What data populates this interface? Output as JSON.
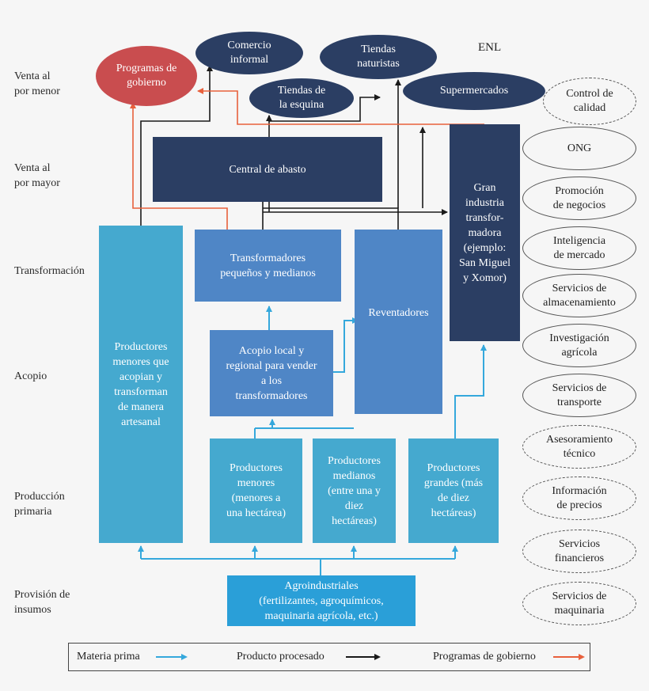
{
  "levels": {
    "retail": "Venta al\npor menor",
    "wholesale": "Venta al\npor mayor",
    "transformation": "Transformación",
    "collection": "Acopio",
    "primary": "Producción\nprimaria",
    "inputs": "Provisión de\ninsumos"
  },
  "enl_label": "ENL",
  "retail_nodes": {
    "government": "Programas de\ngobierno",
    "informal": "Comercio\ninformal",
    "naturistas": "Tiendas\nnaturistas",
    "corner": "Tiendas de\nla esquina",
    "supermarkets": "Supermercados"
  },
  "boxes": {
    "central": "Central de abasto",
    "gran_industria": "Gran\nindustria\ntransfor-\nmadora\n(ejemplo:\nSan Miguel\ny Xomor)",
    "small_producers_artisan": "Productores\nmenores que\nacopian y\ntransforman\nde manera\nartesanal",
    "transformers": "Transformadores\npequeños y medianos",
    "resellers": "Reventadores",
    "acopio": "Acopio local y\nregional para vender\na los\ntransformadores",
    "prod_menores": "Productores\nmenores\n(menores a\nuna hectárea)",
    "prod_medianos": "Productores\nmedianos\n(entre una y\ndiez\nhectáreas)",
    "prod_grandes": "Productores\ngrandes (más\nde diez\nhectáreas)",
    "agro": "Agroindustriales\n(fertilizantes, agroquímicos,\nmaquinaria agrícola, etc.)"
  },
  "services": {
    "control": "Control de\ncalidad",
    "ong": "ONG",
    "promocion": "Promoción\nde negocios",
    "inteligencia": "Inteligencia\nde mercado",
    "almacenamiento": "Servicios de\nalmacenamiento",
    "investigacion": "Investigación\nagrícola",
    "transporte": "Servicios de\ntransporte",
    "asesoramiento": "Asesoramiento\ntécnico",
    "precios": "Información\nde precios",
    "financieros": "Servicios\nfinancieros",
    "maquinaria": "Servicios de\nmaquinaria"
  },
  "legend": {
    "raw": "Materia prima",
    "processed": "Producto procesado",
    "gov": "Programas de gobierno"
  },
  "colors": {
    "raw_arrow": "#35a8dc",
    "processed_arrow": "#1a1a1a",
    "gov_arrow": "#e8603c"
  }
}
